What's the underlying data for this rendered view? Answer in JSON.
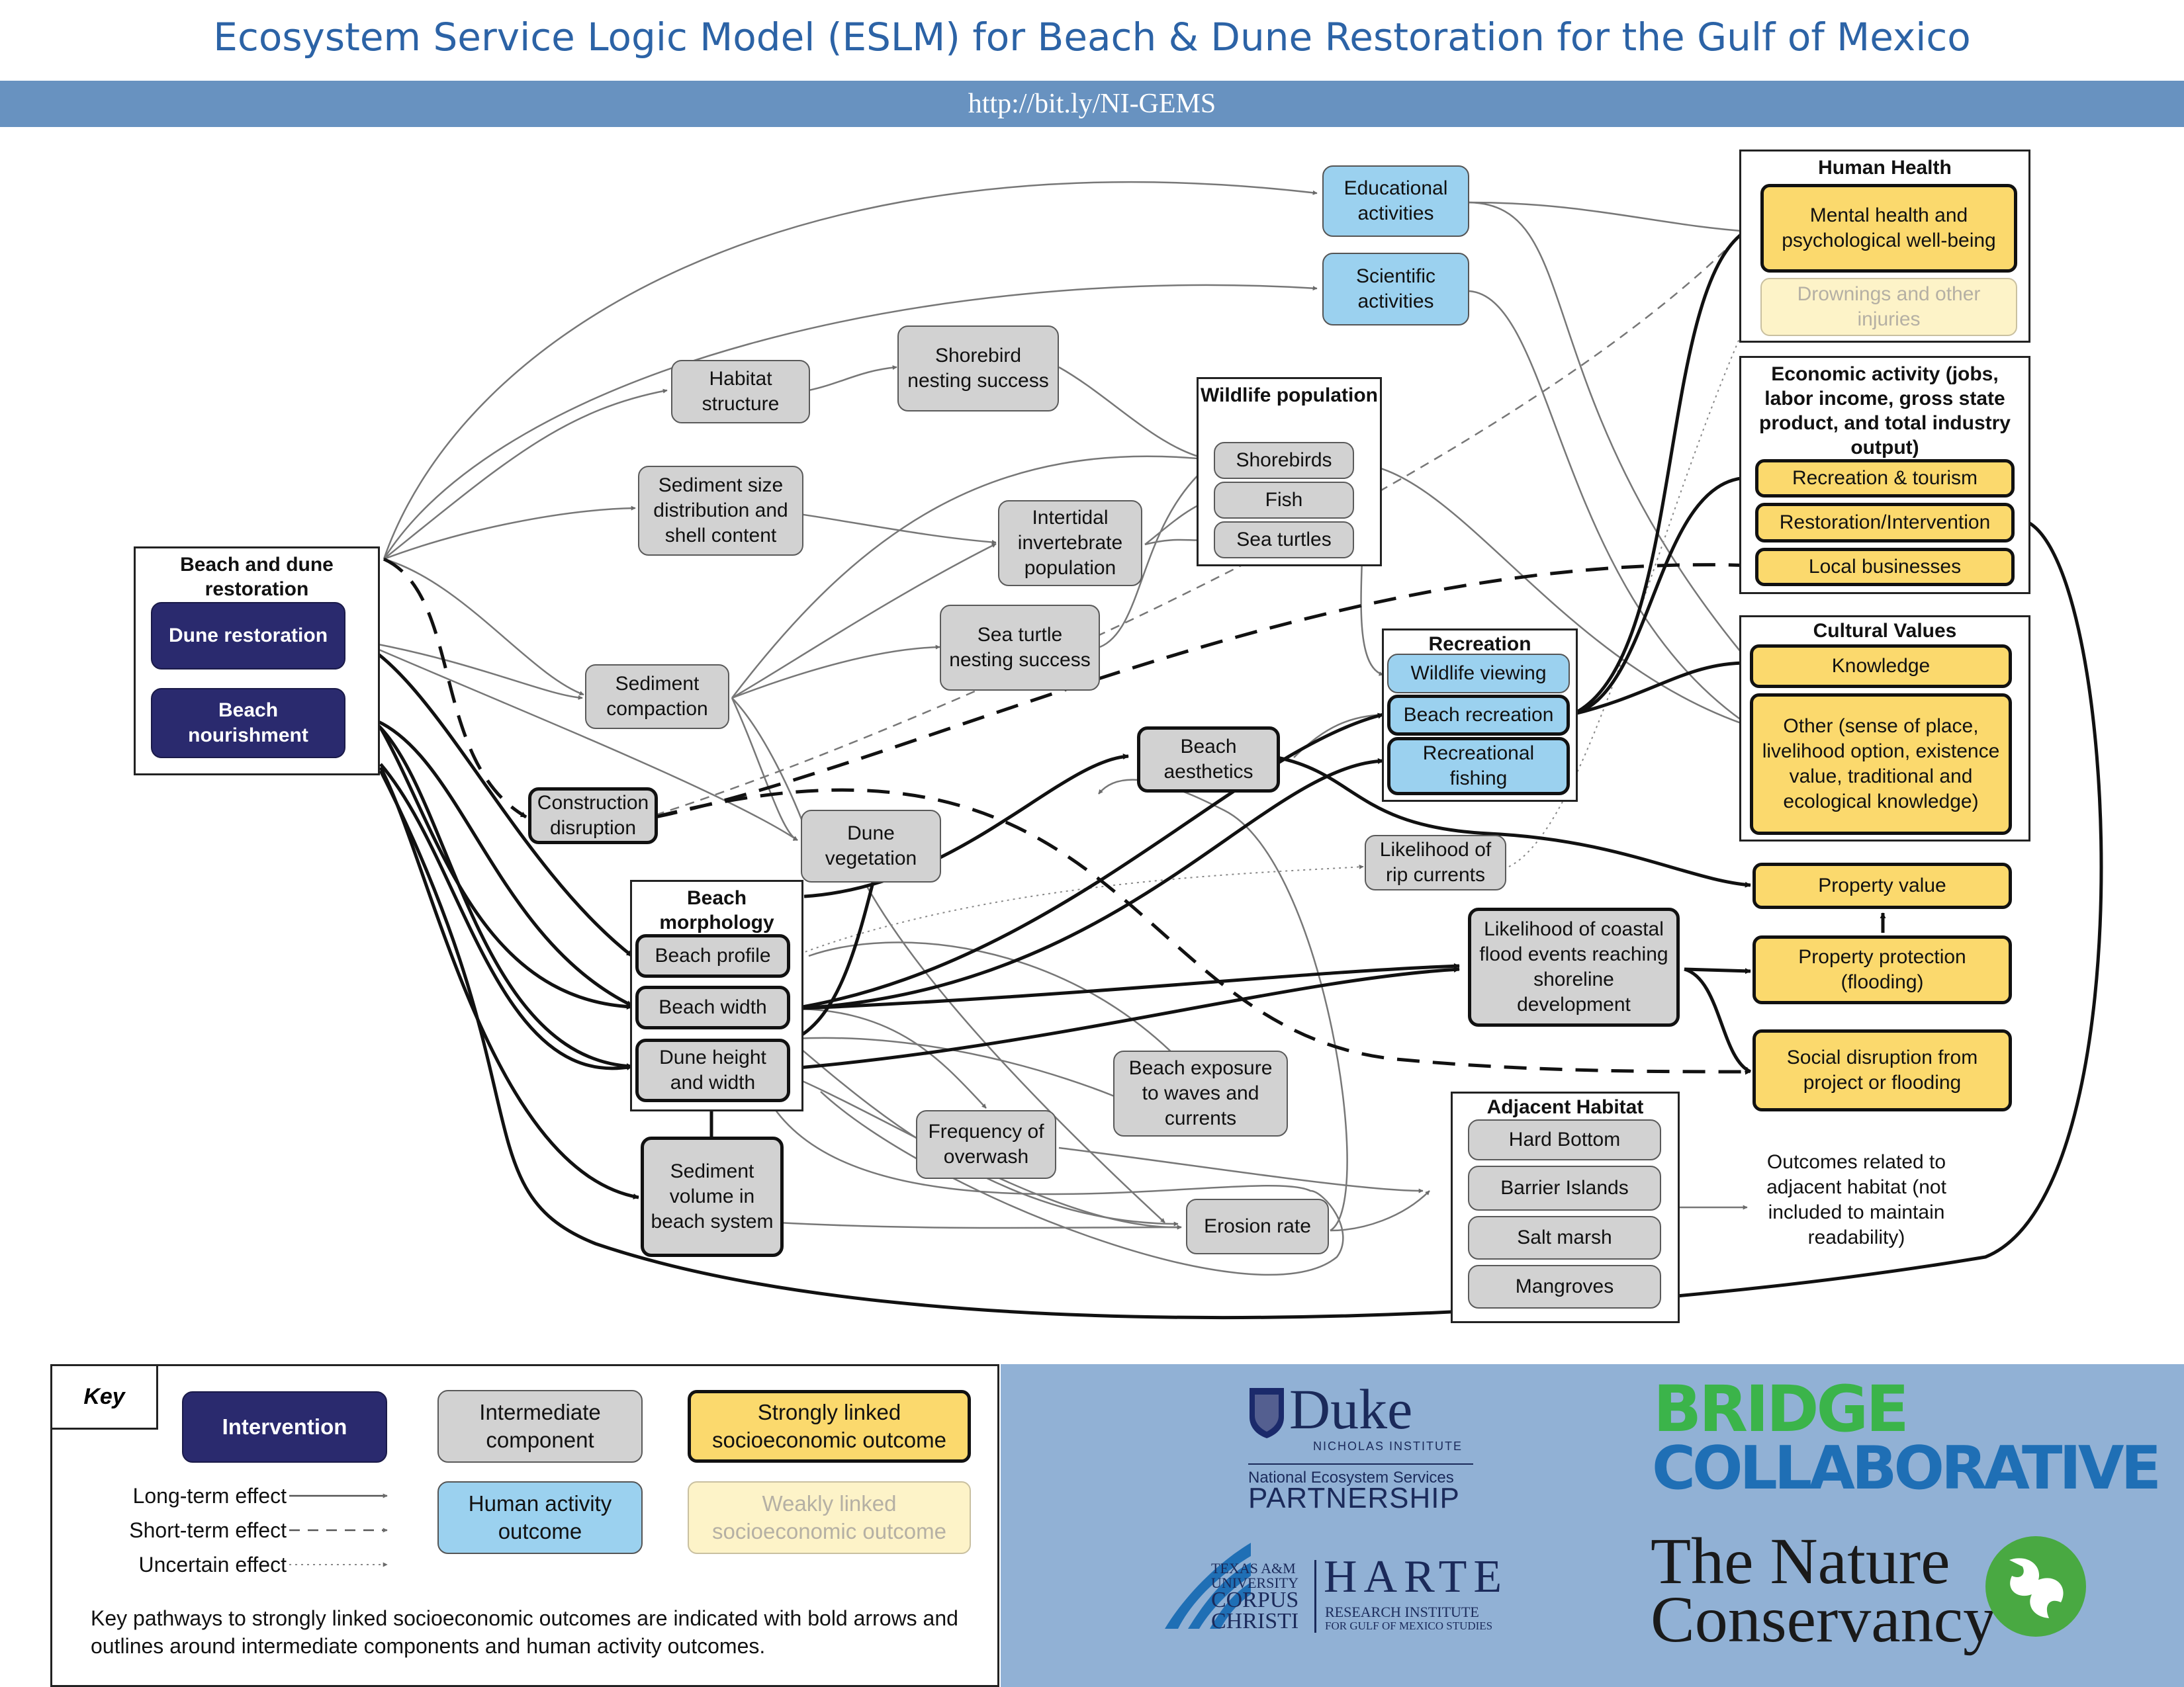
{
  "header": {
    "title": "Ecosystem Service Logic Model (ESLM) for Beach & Dune Restoration for the Gulf of Mexico",
    "url": "http://bit.ly/NI-GEMS"
  },
  "groups": {
    "intervention": "Beach and dune restoration",
    "wildlife": "Wildlife population",
    "beach_morphology": "Beach morphology",
    "recreation": "Recreation",
    "human_health": "Human Health",
    "economic": "Economic activity (jobs, labor income, gross state product, and total industry output)",
    "cultural": "Cultural Values",
    "adjacent": "Adjacent Habitat"
  },
  "nodes": {
    "dune_restoration": "Dune restoration",
    "beach_nourishment": "Beach nourishment",
    "habitat_structure": "Habitat structure",
    "shorebird_nesting": "Shorebird nesting success",
    "sediment_size": "Sediment size distribution and shell content",
    "intertidal": "Intertidal invertebrate population",
    "sea_turtle_nesting": "Sea turtle nesting success",
    "sediment_compaction": "Sediment compaction",
    "construction_disruption": "Construction disruption",
    "dune_vegetation": "Dune vegetation",
    "beach_aesthetics": "Beach aesthetics",
    "rip_currents": "Likelihood of rip currents",
    "coastal_flood": "Likelihood of coastal flood events reaching shoreline development",
    "beach_profile": "Beach profile",
    "beach_width": "Beach width",
    "dune_height": "Dune height and width",
    "sediment_volume": "Sediment volume in beach system",
    "frequency_overwash": "Frequency of overwash",
    "beach_exposure": "Beach exposure to waves and currents",
    "erosion_rate": "Erosion rate",
    "shorebirds": "Shorebirds",
    "fish": "Fish",
    "sea_turtles": "Sea turtles",
    "educational": "Educational activities",
    "scientific": "Scientific activities",
    "wildlife_viewing": "Wildlife viewing",
    "beach_recreation": "Beach recreation",
    "recreational_fishing": "Recreational fishing",
    "mental_health": "Mental health and psychological well-being",
    "drownings": "Drownings and other injuries",
    "recreation_tourism": "Recreation & tourism",
    "restoration_intervention": "Restoration/Intervention",
    "local_businesses": "Local businesses",
    "knowledge": "Knowledge",
    "other_cultural": "Other (sense of place, livelihood option, existence value, traditional and ecological knowledge)",
    "property_value": "Property value",
    "property_protection": "Property protection (flooding)",
    "social_disruption": "Social disruption from project or flooding",
    "hard_bottom": "Hard Bottom",
    "barrier_islands": "Barrier Islands",
    "salt_marsh": "Salt marsh",
    "mangroves": "Mangroves",
    "adjacent_note": "Outcomes related to adjacent habitat (not included to maintain readability)"
  },
  "key": {
    "title": "Key",
    "intervention": "Intervention",
    "intermediate": "Intermediate component",
    "strong": "Strongly linked socioeconomic outcome",
    "human_activity": "Human activity outcome",
    "weak": "Weakly linked socioeconomic outcome",
    "long_term": "Long-term effect",
    "short_term": "Short-term effect",
    "uncertain": "Uncertain effect",
    "description": "Key pathways to strongly linked socioeconomic outcomes are indicated with bold arrows and outlines around intermediate components and human activity outcomes."
  },
  "logos": {
    "duke_name": "Duke",
    "duke_institute": "NICHOLAS INSTITUTE",
    "nesp_line1": "National Ecosystem Services",
    "nesp_line2": "PARTNERSHIP",
    "bridge_line1": "BRIDGE",
    "bridge_line2": "COLLABORATIVE",
    "tamu_line1": "TEXAS A&M",
    "tamu_line2": "UNIVERSITY",
    "tamu_line3": "CORPUS",
    "tamu_line4": "CHRISTI",
    "harte_name": "HARTE",
    "harte_line1": "RESEARCH INSTITUTE",
    "harte_line2": "FOR GULF OF MEXICO STUDIES",
    "tnc_line1": "The Nature",
    "tnc_line2": "Conservancy"
  },
  "colors": {
    "intervention": "#2a2a6e",
    "intermediate": "#d2d2d2",
    "human_activity": "#9bd1ef",
    "strong": "#fbd96d",
    "weak": "#fdf3c8",
    "title_blue": "#2c63a6",
    "url_bar": "#6892c0",
    "logo_panel": "#91b1d5"
  }
}
